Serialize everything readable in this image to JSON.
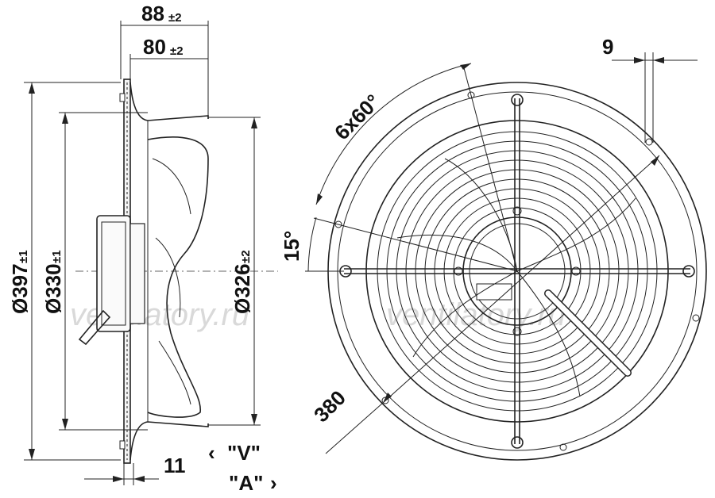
{
  "side_view": {
    "dim_overall_depth": "88",
    "dim_overall_depth_tol": "±2",
    "dim_flange_depth": "80",
    "dim_flange_depth_tol": "±2",
    "dim_outer_diameter": "Ø397",
    "dim_outer_diameter_tol": "±1",
    "dim_ring_diameter": "Ø330",
    "dim_ring_diameter_tol": "±1",
    "dim_blade_diameter": "Ø326",
    "dim_blade_diameter_tol": "±2",
    "dim_flange_thickness": "11"
  },
  "front_view": {
    "dim_hole_spacing": "6x60°",
    "dim_hole_offset": "15°",
    "dim_hole_circle": "380",
    "dim_hole_size": "9"
  },
  "flow_labels": {
    "intake": "\"V\"",
    "exhaust": "\"A\""
  },
  "watermark": "ventilatory.ru",
  "colors": {
    "line": "#222222",
    "watermark": "#d9d9d9"
  }
}
